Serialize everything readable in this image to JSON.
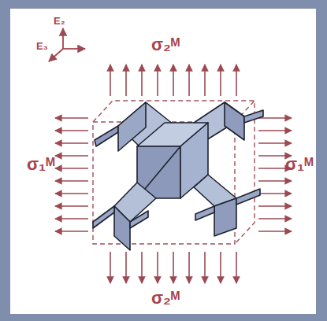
{
  "diagram": {
    "labels": [
      "E₂",
      "E₃",
      "σ₂ᴹ",
      "σ₁ᴹ",
      "σ₁ᴹ",
      "σ₂ᴹ"
    ]
  }
}
